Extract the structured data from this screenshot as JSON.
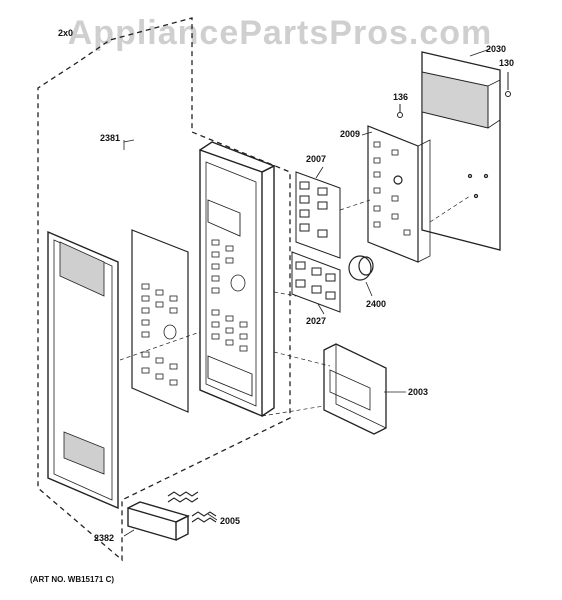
{
  "watermark": "AppliancePartsPros.com",
  "art_note": "(ART NO. WB15171 C)",
  "callouts": {
    "c2xx": "2x0",
    "c2381": "2381",
    "c2007": "2007",
    "c2009": "2009",
    "c136": "136",
    "c2030": "2030",
    "c130": "130",
    "c2400": "2400",
    "c2027": "2027",
    "c2003": "2003",
    "c2005": "2005",
    "c2382": "2382"
  }
}
